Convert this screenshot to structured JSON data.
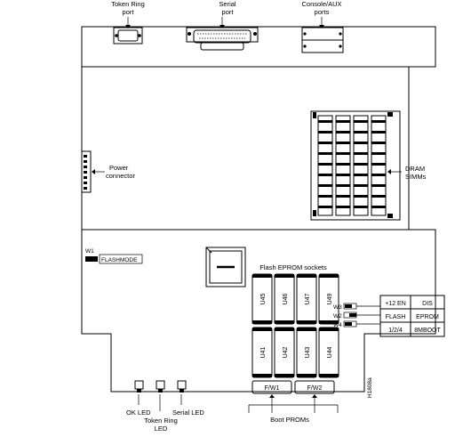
{
  "labels": {
    "token_ring_port": [
      "Token Ring",
      "port"
    ],
    "serial_port": [
      "Serial",
      "port"
    ],
    "console_aux_ports": [
      "Console/AUX",
      "ports"
    ],
    "power_connector": [
      "Power",
      "connector"
    ],
    "dram_simms": [
      "DRAM",
      "SIMMs"
    ],
    "w1_jumper": "W1",
    "flashmode": "FLASHMODE",
    "flash_eprom_sockets": "Flash EPROM sockets",
    "jumper_w3": "W3",
    "jumper_w2": "W2",
    "jumper_w4": "W4",
    "figure_id": "H1808a",
    "ok_led": "OK LED",
    "token_ring_led": [
      "Token Ring",
      "LED"
    ],
    "serial_led": "Serial LED",
    "boot_proms": "Boot PROMs"
  },
  "chips_top": [
    "U45",
    "U46",
    "U47",
    "U49"
  ],
  "chips_bottom": [
    "U41",
    "U42",
    "U43",
    "U44"
  ],
  "boot_proms": [
    "F/W1",
    "F/W2"
  ],
  "jumper_table": [
    [
      "+12 EN",
      "DIS"
    ],
    [
      "FLASH",
      "EPROM"
    ],
    [
      "1/2/4",
      "8MBOOT"
    ]
  ]
}
